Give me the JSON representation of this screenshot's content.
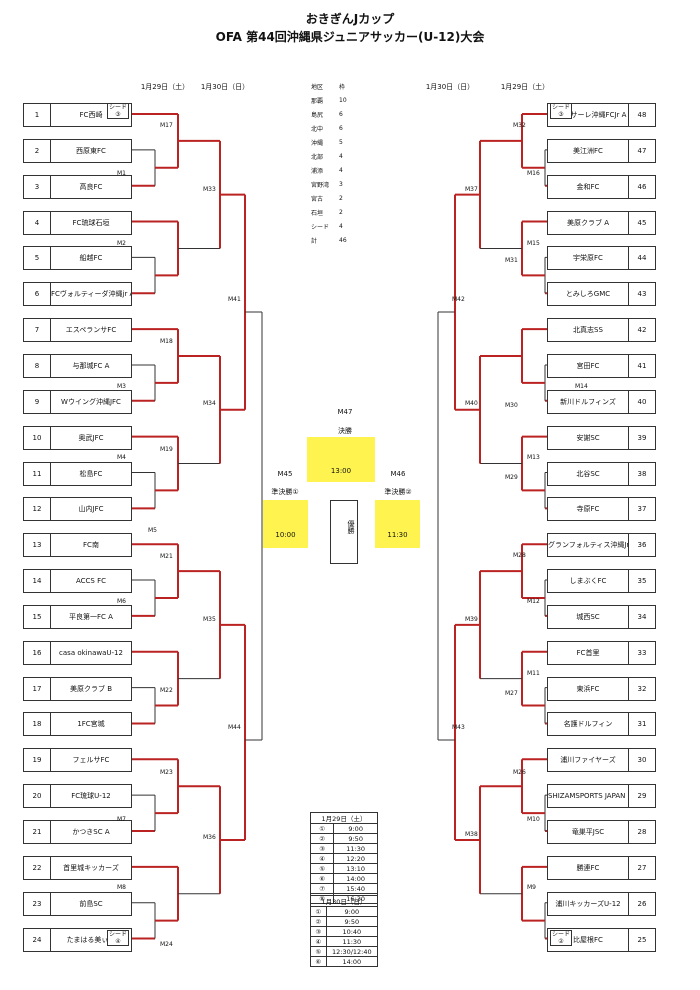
{
  "title": "おきぎんJカップ",
  "subtitle": "OFA 第44回沖縄県ジュニアサッカー(U-12)大会",
  "dates": {
    "jan29": "1月29日（土）",
    "jan30": "1月30日（日）"
  },
  "left_teams": [
    {
      "n": "1",
      "name": "FC西崎"
    },
    {
      "n": "2",
      "name": "西原東FC"
    },
    {
      "n": "3",
      "name": "高良FC"
    },
    {
      "n": "4",
      "name": "FC琉球石垣"
    },
    {
      "n": "5",
      "name": "船越FC"
    },
    {
      "n": "6",
      "name": "FCヴォルティーダ沖縄jr A"
    },
    {
      "n": "7",
      "name": "エスペランサFC"
    },
    {
      "n": "8",
      "name": "与那城FC A"
    },
    {
      "n": "9",
      "name": "Wウイング沖縄JFC"
    },
    {
      "n": "10",
      "name": "奥武JFC"
    },
    {
      "n": "11",
      "name": "松島FC"
    },
    {
      "n": "12",
      "name": "山内JFC"
    },
    {
      "n": "13",
      "name": "FC南"
    },
    {
      "n": "14",
      "name": "ACCS FC"
    },
    {
      "n": "15",
      "name": "平良第一FC A"
    },
    {
      "n": "16",
      "name": "casa okinawaU-12"
    },
    {
      "n": "17",
      "name": "美原クラブ B"
    },
    {
      "n": "18",
      "name": "1FC宮城"
    },
    {
      "n": "19",
      "name": "フェルサFC"
    },
    {
      "n": "20",
      "name": "FC琉球U-12"
    },
    {
      "n": "21",
      "name": "かつきSC A"
    },
    {
      "n": "22",
      "name": "首里城キッカーズ"
    },
    {
      "n": "23",
      "name": "前島SC"
    },
    {
      "n": "24",
      "name": "たまはる美ぃ A"
    }
  ],
  "right_teams": [
    {
      "n": "48",
      "name": "ヴィクサーレ沖縄FCJr A"
    },
    {
      "n": "47",
      "name": "美江洲FC"
    },
    {
      "n": "46",
      "name": "金和FC"
    },
    {
      "n": "45",
      "name": "美原クラブ A"
    },
    {
      "n": "44",
      "name": "宇栄原FC"
    },
    {
      "n": "43",
      "name": "とみしろGMC"
    },
    {
      "n": "42",
      "name": "北真志SS"
    },
    {
      "n": "41",
      "name": "宮田FC"
    },
    {
      "n": "40",
      "name": "新川ドルフィンズ"
    },
    {
      "n": "39",
      "name": "安謝SC"
    },
    {
      "n": "38",
      "name": "北谷SC"
    },
    {
      "n": "37",
      "name": "寺原FC"
    },
    {
      "n": "36",
      "name": "グランフォルティス沖縄Jr A"
    },
    {
      "n": "35",
      "name": "しまぶくFC"
    },
    {
      "n": "34",
      "name": "城西SC"
    },
    {
      "n": "33",
      "name": "FC首里"
    },
    {
      "n": "32",
      "name": "東浜FC"
    },
    {
      "n": "31",
      "name": "名護ドルフィン"
    },
    {
      "n": "30",
      "name": "浦川ファイヤーズ"
    },
    {
      "n": "29",
      "name": "SHIZAMSPORTS JAPAN MIYAKOJIMA"
    },
    {
      "n": "28",
      "name": "竜巣平JSC"
    },
    {
      "n": "27",
      "name": "勝連FC"
    },
    {
      "n": "26",
      "name": "浦川キッカーズU-12"
    },
    {
      "n": "25",
      "name": "比屋根FC"
    }
  ],
  "seed_label": "シード",
  "district_table": {
    "header": [
      "地区",
      "枠"
    ],
    "rows": [
      [
        "那覇",
        "10"
      ],
      [
        "島尻",
        "6"
      ],
      [
        "北中",
        "6"
      ],
      [
        "沖縄",
        "5"
      ],
      [
        "北部",
        "4"
      ],
      [
        "浦添",
        "4"
      ],
      [
        "宮野湾",
        "3"
      ],
      [
        "宮古",
        "2"
      ],
      [
        "石垣",
        "2"
      ],
      [
        "シード",
        "4"
      ],
      [
        "計",
        "46"
      ]
    ]
  },
  "final": {
    "match": "M47",
    "label": "決勝",
    "time": "13:00"
  },
  "semi_left": {
    "match": "M45",
    "label": "準決勝①",
    "time": "10:00"
  },
  "semi_right": {
    "match": "M46",
    "label": "準決勝②",
    "time": "11:30"
  },
  "trophy": "優勝",
  "schedule_29": {
    "header": "1月29日（土）",
    "rows": [
      [
        "①",
        "9:00"
      ],
      [
        "②",
        "9:50"
      ],
      [
        "③",
        "11:30"
      ],
      [
        "④",
        "12:20"
      ],
      [
        "⑤",
        "13:10"
      ],
      [
        "⑥",
        "14:00"
      ],
      [
        "⑦",
        "15:40"
      ],
      [
        "⑧",
        "16:30"
      ]
    ]
  },
  "schedule_30": {
    "header": "1月30日（日）",
    "rows": [
      [
        "①",
        "9:00"
      ],
      [
        "②",
        "9:50"
      ],
      [
        "③",
        "10:40"
      ],
      [
        "④",
        "11:30"
      ],
      [
        "⑤",
        "12:30/12:40"
      ],
      [
        "⑥",
        "14:00"
      ]
    ]
  },
  "match_labels_left": [
    "M17",
    "M1",
    "M2",
    "M3",
    "M4",
    "M5",
    "M6",
    "M7",
    "M8",
    "M18",
    "M19",
    "M21",
    "M22",
    "M23",
    "M24",
    "M33",
    "M34",
    "M35",
    "M36",
    "M41",
    "M44"
  ],
  "match_labels_right": [
    "M32",
    "M16",
    "M15",
    "M31",
    "M30",
    "M14",
    "M13",
    "M29",
    "M28",
    "M12",
    "M11",
    "M27",
    "M26",
    "M10",
    "M9",
    "M37",
    "M38",
    "M39",
    "M40",
    "M42",
    "M43"
  ]
}
